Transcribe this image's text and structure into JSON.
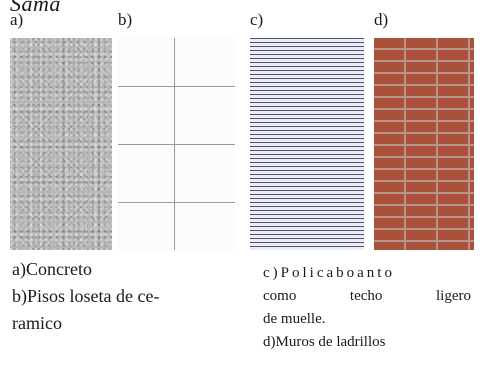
{
  "header": {
    "text": "Sama"
  },
  "panels": {
    "a": {
      "label": "a)"
    },
    "b": {
      "label": "b)"
    },
    "c": {
      "label": "c)"
    },
    "d": {
      "label": "d)"
    }
  },
  "captions": {
    "left": [
      "a)Concreto",
      "b)Pisos loseta de ce-",
      "ramico"
    ],
    "right": [
      "c)Policaboanto",
      "como techo ligero",
      "de muelle.",
      "d)Muros de ladrillos"
    ]
  },
  "colors": {
    "concrete": "#b4b7b3",
    "tile": "#fbfbfb",
    "polycarbonate_line": "#4c5270",
    "brick": "#a9513a",
    "mortar": "#b89488"
  }
}
